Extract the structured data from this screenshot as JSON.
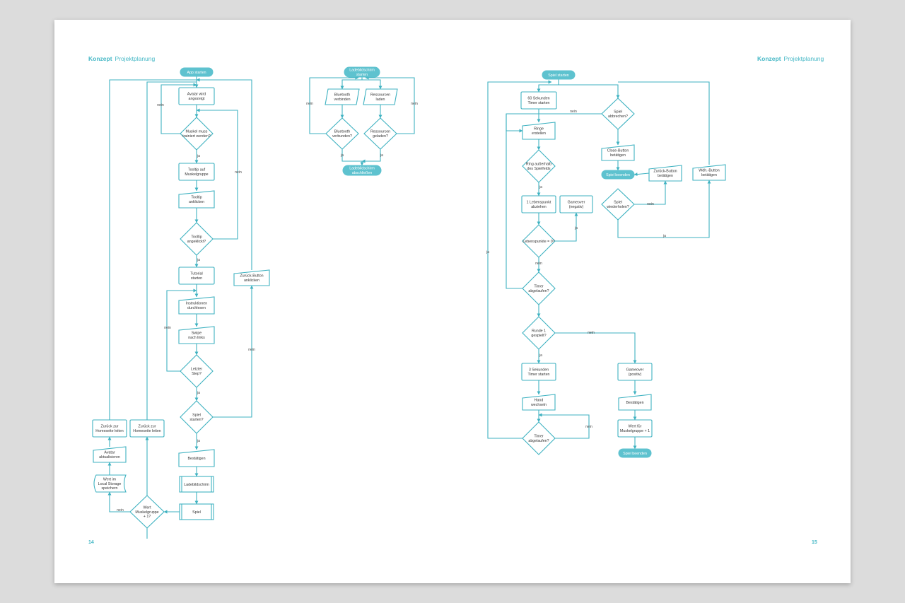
{
  "header_left": {
    "main": "Konzept",
    "sub": "Projektplanung"
  },
  "header_right": {
    "main": "Konzept",
    "sub": "Projektplanung"
  },
  "page_left": "14",
  "page_right": "15",
  "flow_app": {
    "app_starten": "App starten",
    "avatar_angezeigt": [
      "Avatar wird",
      "angezeigt"
    ],
    "muskel_trainiert": [
      "Muskel muss",
      "trainiert werden?"
    ],
    "tooltip_auf": [
      "Tooltip auf",
      "Muskelgruppe"
    ],
    "tooltip_anklicken": [
      "Tooltip",
      "anklicken"
    ],
    "tooltip_angeklickt": [
      "Tooltip",
      "angeklickt?"
    ],
    "tutorial_starten": [
      "Tutorial",
      "starten"
    ],
    "instruktionen": [
      "Instruktionen",
      "durchlesen"
    ],
    "swipe_links": [
      "Swipe",
      "nach links"
    ],
    "letzter_step": [
      "Letzter",
      "Step?"
    ],
    "spiel_starten": [
      "Spiel",
      "starten?"
    ],
    "zurueck_anklicken": [
      "Zurück-Button",
      "anklicken"
    ],
    "bestaetigen": "Bestätigen",
    "ladebildschirm": "Ladebildschirm",
    "spiel": "Spiel",
    "wert_muskelgruppe": [
      "Wert",
      "Muskelgruppe",
      "+ 1?"
    ],
    "wert_local_storage": [
      "Wert im",
      "Local Storage",
      "speichern"
    ],
    "avatar_aktualisieren": [
      "Avatar",
      "aktualisieren"
    ],
    "zurueck_home1": [
      "Zurück zur",
      "Homeseite leiten"
    ],
    "zurueck_home2": [
      "Zurück zur",
      "Homeseite leiten"
    ]
  },
  "flow_load": {
    "ladebildschirm_starten": [
      "Ladebildschirm",
      "starten"
    ],
    "bluetooth_verbinden": [
      "Bluetooth",
      "verbinden"
    ],
    "ressourcen_laden": [
      "Ressourcen",
      "laden"
    ],
    "bluetooth_verbunden": [
      "Bluetooth",
      "verbunden?"
    ],
    "ressourcen_geladen": [
      "Ressourcen",
      "geladen?"
    ],
    "ladebildschirm_abschliessen": [
      "Ladebildschirm",
      "abschließen"
    ]
  },
  "flow_game": {
    "spiel_starten": "Spiel starten",
    "timer_60": [
      "60 Sekunden",
      "Timer starten"
    ],
    "spiel_abbrechen": [
      "Spiel",
      "abbrechen?"
    ],
    "ringe_erstellen": [
      "Ringe",
      "erstellen"
    ],
    "ring_ausserhalb": [
      "Ring außerhalb",
      "des Spielfelds"
    ],
    "close_button": [
      "Close-Button",
      "betätigen"
    ],
    "spiel_beenden": "Spiel beenden",
    "zurueck_betaetigen": [
      "Zurück-Button",
      "betätigen"
    ],
    "wdh_betaetigen": [
      "Wdh.-Button",
      "betätigen"
    ],
    "lebenspunkt_abziehen": [
      "1 Lebenspunkt",
      "abziehen"
    ],
    "gameover_negativ": [
      "Gameover",
      "(negativ)"
    ],
    "spiel_wiederholen": [
      "Spiel",
      "wiederholen?"
    ],
    "lebenspunkte_null": "Lebenspunkte = 0?",
    "timer_abgelaufen": [
      "Timer",
      "abgelaufen?"
    ],
    "runde_gespielt": [
      "Runde 1",
      "gespielt?"
    ],
    "timer_3": [
      "3 Sekunden",
      "Timer starten"
    ],
    "gameover_positiv": [
      "Gameover",
      "(positiv)"
    ],
    "hand_wechseln": [
      "Hand",
      "wechseln"
    ],
    "bestaetigen": "Bestätigen",
    "timer_abgelaufen2": [
      "Timer",
      "abgelaufen?"
    ],
    "wert_muskelgruppe": [
      "Wert für",
      "Muskelgruppe + 1"
    ],
    "spiel_beenden2": "Spiel beenden"
  },
  "edge_labels": {
    "ja": "ja",
    "nein": "nein"
  },
  "colors": {
    "accent": "#3fb2c1",
    "terminator": "#5ec2cf",
    "header": "#46b8c6"
  }
}
